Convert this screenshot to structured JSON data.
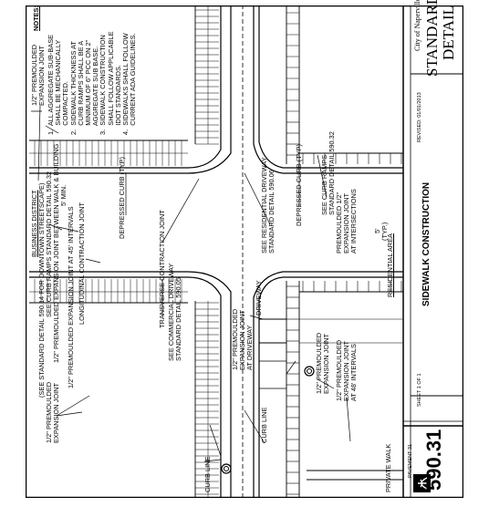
{
  "title_block": {
    "city": "City of Naperville",
    "standard": "STANDARD",
    "detail": "DETAIL",
    "revised": "REVISED: 01/01/2013",
    "title": "SIDEWALK CONSTRUCTION",
    "sheet": "SHEET 1 OF 1",
    "category": "PAVEMENT 31",
    "number": "590.31"
  },
  "notes": {
    "heading": "NOTES:",
    "items": [
      "1.  ALL AGGREGATE SUB-BASE",
      "     SHALL BE MECHANICALLY",
      "     COMPACTED.",
      "2.  SIDEWALK THICKNESS AT",
      "     CURB RAMPS SHALL BE A",
      "     MINIMUM OF 6\" PCC ON 2\"",
      "     AGGREGATE SUB BASE.",
      "3.  SIDEWALK CONSTRUCTION",
      "     SHALL FOLLOW APPLICABLE",
      "     IDOT STANDARDS.",
      "4.  SIDEWALKS SHALL FOLLOW",
      "     CURRENT ADA GUIDELINES."
    ]
  },
  "labels": {
    "premold_top_left": [
      "1/2\" PREMOULDED",
      "EXPANSION JOINT"
    ],
    "business_district": "BUSINESS DISTRICT",
    "downtown_note": "(SEE STANDARD DETAIL 590.14 FOR DOWNTOWN STREETSCAPE)",
    "curb_ramps_business": "SEE CURB RAMPS STANDARD DETAIL 590.32",
    "premold_between": "1/2\" PREMOULDED EXPANSION JOINT BETWEEN WALK & BUILDING",
    "five_min": "5' MIN.",
    "premold_45": "1/2\" PREMOULDED EXPANSION JOINT AT 45' INTERVALS",
    "longitudinal": "LONGITUDINAL CONTRACTION JOINT",
    "premold_top_right": [
      "1/2\" PREMOULDED",
      "EXPANSION JOINT"
    ],
    "depressed_curb_top": "DEPRESSED CURB (TYP)",
    "transverse": "TRANSVERSE CONTRACTION JOINT",
    "commercial_drive": [
      "SEE COMMERCIAL DRIVEWAY",
      "STANDARD DETAIL 590.05"
    ],
    "curb_line_top": "CURB LINE",
    "residential_drive": [
      "SEE RESIDENTIAL DRIVEWAY",
      "STANDARD DETAIL 590.06"
    ],
    "depressed_curb_mid": "DEPRESSED CURB (TYP)",
    "curb_ramps_res": [
      "SEE CURB RAMPS",
      "STANDARD DETAIL 590.32"
    ],
    "premold_intersections": [
      "PREMOULDED 1/2\"",
      "EXPANSION JOINT",
      "AT INTERSECTIONS"
    ],
    "five_ft": "5'",
    "typ": "(TYP.)",
    "residential_area": "RESIDENTIAL AREA",
    "driveway": "DRIVEWAY",
    "premold_driveway": [
      "1/2\" PREMOULDED",
      "EXPANSION JOINT",
      "AT DRIVEWAY"
    ],
    "premold_45_res": [
      "1/2\" PREMOULDED",
      "EXPANSION JOINT"
    ],
    "premold_48": [
      "1/2\" PREMOULDED",
      "EXPANSION JOINT",
      "AT 48' INTERVALS"
    ],
    "curb_line_bottom": "CURB LINE",
    "private_walk": "PRIVATE WALK"
  }
}
